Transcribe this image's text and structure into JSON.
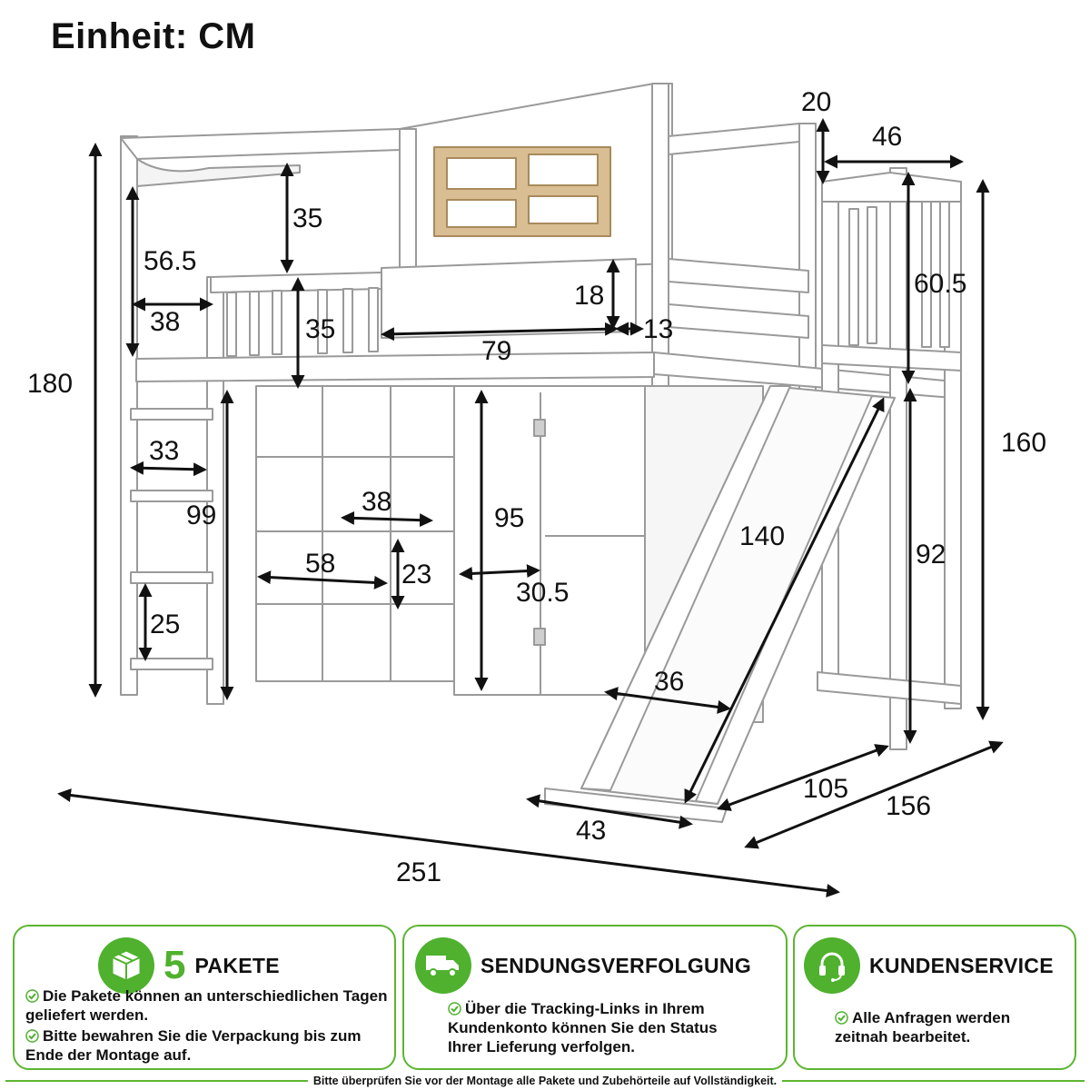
{
  "title": "Einheit: CM",
  "dimensions": {
    "total_height": "180",
    "top_rail_height": "20",
    "platform_depth": "46",
    "roof_gap": "35",
    "headroom": "56.5",
    "rail_width": "38",
    "guardrail_height": "35",
    "window_rail_height": "18",
    "rail_opening": "79",
    "rail_gap": "13",
    "platform_side_height": "60.5",
    "side_height": "160",
    "ladder_width": "33",
    "under_height": "99",
    "step_spacing": "25",
    "shelf_width_small": "38",
    "shelf_width": "58",
    "shelf_height": "23",
    "wardrobe_height": "95",
    "wardrobe_depth": "30.5",
    "slide_length": "140",
    "slide_width": "36",
    "slide_foot": "43",
    "platform_height": "92",
    "inner_width": "105",
    "depth": "156",
    "length": "251"
  },
  "info_boxes": {
    "packages": {
      "number": "5",
      "title": "PAKETE",
      "icon": "package-box-icon",
      "items": [
        "Die Pakete können an unterschiedlichen Tagen geliefert werden.",
        "Bitte bewahren Sie die Verpackung bis zum Ende der Montage auf."
      ]
    },
    "tracking": {
      "title": "SENDUNGSVERFOLGUNG",
      "icon": "delivery-truck-icon",
      "items": [
        "Über die Tracking-Links in Ihrem Kundenkonto können Sie den Status Ihrer Lieferung verfolgen."
      ]
    },
    "service": {
      "title": "KUNDENSERVICE",
      "icon": "headset-icon",
      "items": [
        "Alle Anfragen werden zeitnah bearbeitet."
      ]
    }
  },
  "footer": "Bitte überprüfen Sie vor der Montage alle Pakete und Zubehörteile auf Vollständigkeit.",
  "colors": {
    "accent": "#4fb12e",
    "border": "#5cb531",
    "wood": "#d9bd93"
  }
}
